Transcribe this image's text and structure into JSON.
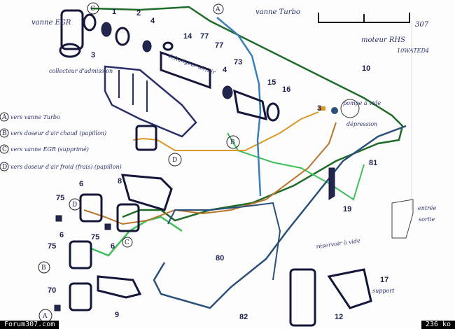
{
  "diagram": {
    "part_numbers": [
      "1",
      "2",
      "4",
      "14",
      "77",
      "77",
      "4",
      "73",
      "15",
      "16",
      "10",
      "3",
      "3",
      "8",
      "6",
      "75",
      "75",
      "6",
      "6",
      "75",
      "81",
      "19",
      "80",
      "9",
      "70",
      "17",
      "12",
      "82"
    ],
    "circled_letters": [
      "C",
      "A",
      "D",
      "C",
      "B",
      "A",
      "D",
      "B"
    ],
    "handwritten": {
      "vanne_egr": "vanne EGR",
      "collecteur": "collecteur d'admission",
      "echangeur": "échangeur air/air",
      "vanne_turbo": "vanne Turbo",
      "model": "307",
      "moteur": "moteur RHS",
      "engine_code": "10WATED4",
      "pompe": "pompe à vide",
      "depression": "dépression",
      "entree": "entrée",
      "sortie": "sortie",
      "reservoir": "réservoir à vide",
      "support": "support"
    },
    "legend": [
      {
        "letter": "A",
        "text": "vers vanne Turbo"
      },
      {
        "letter": "B",
        "text": "vers doseur d'air chaud (papillon)"
      },
      {
        "letter": "C",
        "text": "vers vanne EGR (supprimé)"
      },
      {
        "letter": "D",
        "text": "vers doseur d'air froid (frais) (papillon)"
      }
    ],
    "line_colors": {
      "green": "#1f6b2a",
      "light_green": "#3fbf5a",
      "orange": "#d9962a",
      "blue": "#3a7fb8"
    }
  },
  "footer": {
    "site": "Forum307.com",
    "size": "236 ko"
  }
}
